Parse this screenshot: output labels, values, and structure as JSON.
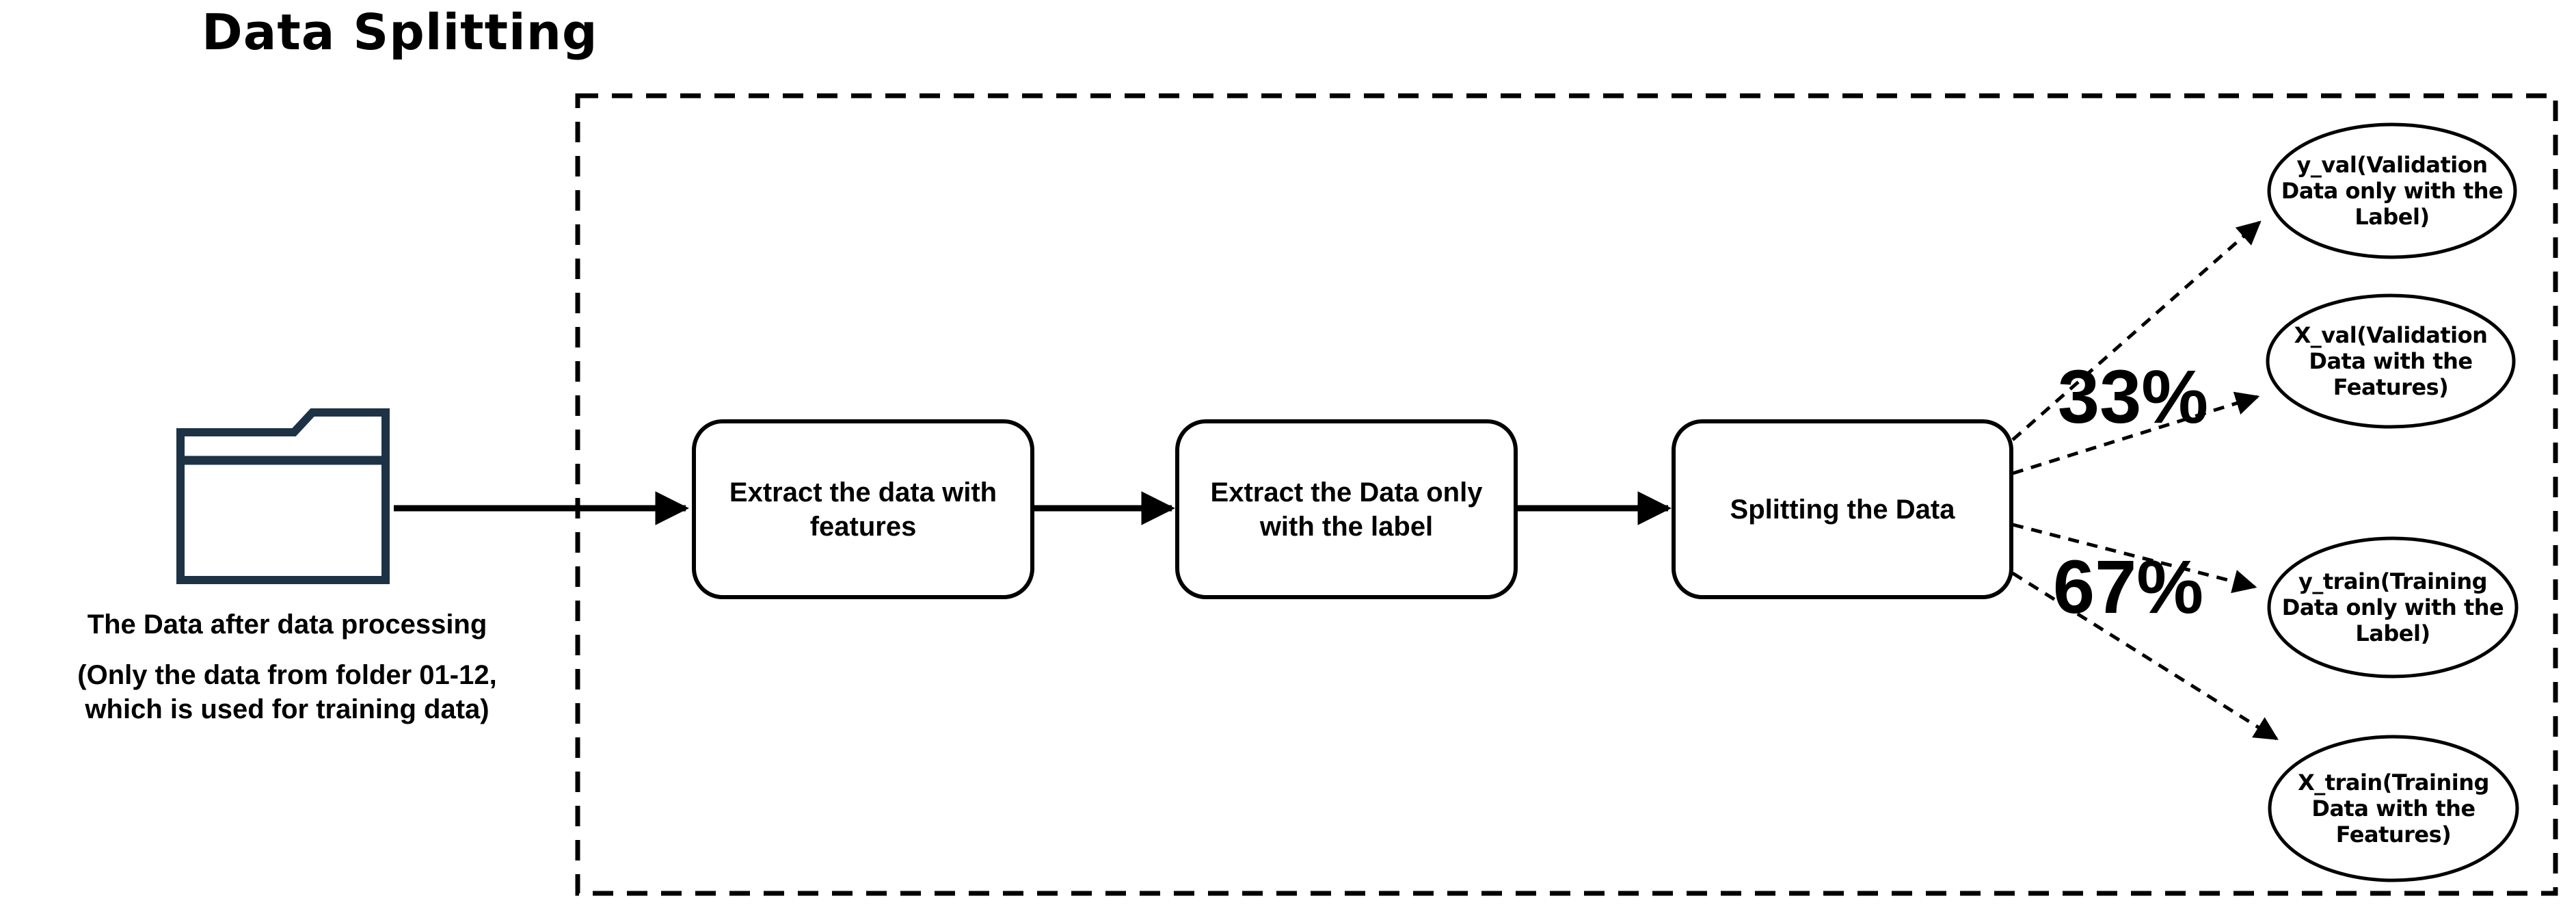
{
  "title": "Data Splitting",
  "colors": {
    "ink": "#000000",
    "folder_outline": "#1d3245",
    "background": "#ffffff"
  },
  "source": {
    "icon": "folder-icon",
    "caption_line1": "The Data after data processing",
    "caption_line2": "(Only the data from folder 01-12,",
    "caption_line3": "which is used for training data)"
  },
  "process_boxes": [
    {
      "id": "extract-features",
      "lines": [
        "Extract the data with",
        "features"
      ]
    },
    {
      "id": "extract-label",
      "lines": [
        "Extract the Data only",
        "with the label"
      ]
    },
    {
      "id": "split-data",
      "lines": [
        "Splitting the Data"
      ]
    }
  ],
  "split_labels": {
    "validation_pct": "33%",
    "training_pct": "67%"
  },
  "outputs": [
    {
      "id": "y-val",
      "lines": [
        "y_val(Validation",
        "Data only with the",
        "Label)"
      ]
    },
    {
      "id": "x-val",
      "lines": [
        "X_val(Validation",
        "Data with the",
        "Features)"
      ]
    },
    {
      "id": "y-train",
      "lines": [
        "y_train(Training",
        "Data only with the",
        "Label)"
      ]
    },
    {
      "id": "x-train",
      "lines": [
        "X_train(Training",
        "Data with the",
        "Features)"
      ]
    }
  ]
}
